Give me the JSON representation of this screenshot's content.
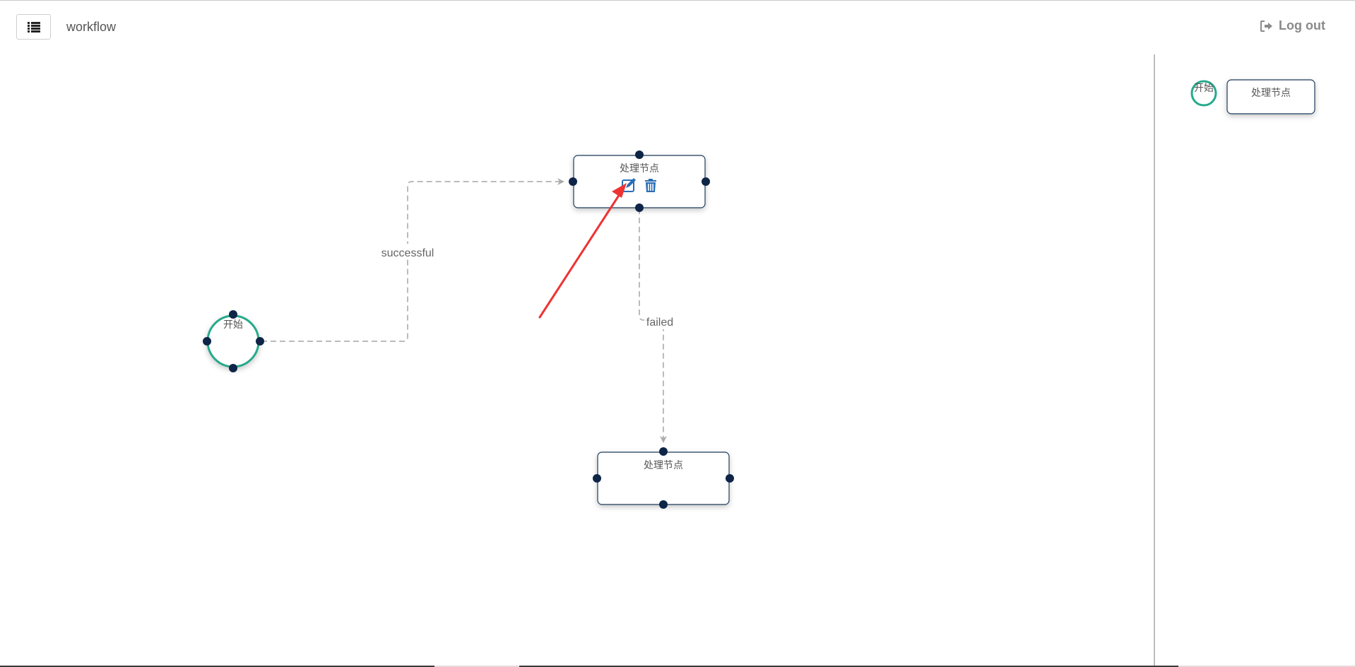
{
  "header": {
    "menu_icon": "list-icon",
    "title": "workflow",
    "logout_label": "Log out",
    "logout_icon": "sign-out-icon"
  },
  "canvas": {
    "start_node_label": "开始",
    "process_node_1_label": "处理节点",
    "process_node_2_label": "处理节点",
    "edge_success_label": "successful",
    "edge_failed_label": "failed",
    "edit_icon": "edit-icon",
    "delete_icon": "trash-icon",
    "pointer_arrow_icon": "red-arrow-icon"
  },
  "palette": {
    "start_label": "开始",
    "process_label": "处理节点"
  },
  "colors": {
    "node_border": "#1f3a5a",
    "anchor": "#0e2547",
    "start_border": "#26a98b",
    "edge": "#bbbbbb",
    "icon_blue": "#2a6fb5",
    "arrow_red": "#ee3333"
  }
}
